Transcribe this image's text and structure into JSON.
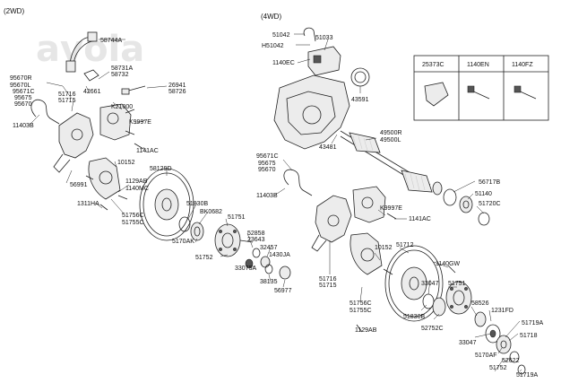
{
  "sections": {
    "left": "(2WD)",
    "right": "(4WD)"
  },
  "watermark": "avola",
  "legend_table": {
    "headers": [
      "25373C",
      "1140EN",
      "1140FZ"
    ]
  },
  "labels": {
    "p58744A": "58744A",
    "p95670R": "95670R",
    "p95670L": "95670L",
    "p95671C_l": "95671C",
    "p95675_l": "95675",
    "p95670_l": "95670",
    "p58731A": "58731A",
    "p58732": "58732",
    "p42661": "42661",
    "p26941": "26941",
    "p58726": "58726",
    "p51716_l": "51716",
    "p51715_l": "51715",
    "pK21000": "K21000",
    "p11403B_l": "11403B",
    "pK9997E_l": "K9997E",
    "p1141AC_l": "1141AC",
    "p10152_l": "10152",
    "p58129D": "58129D",
    "p1129AB_l": "1129AB",
    "p1140MC": "1140MC",
    "p56991": "56991",
    "p1311HA": "1311HA",
    "p51756C_l": "51756C",
    "p51755C_l": "51755C",
    "p51830B_l": "51830B",
    "pBK0682": "BK0682",
    "p51751_l": "51751",
    "p52858": "52858",
    "p23643": "23643",
    "p32457": "32457",
    "p51770AK": "5170AK",
    "p1430JA": "1430JA",
    "p51752_l": "51752",
    "p33075A": "33075A",
    "p38135": "38135",
    "p56977": "56977",
    "p51042": "51042",
    "p51033": "51033",
    "pH51042": "H51042",
    "p1140EC": "1140EC",
    "p43591": "43591",
    "p43481": "43481",
    "p49500R": "49500R",
    "p49500L": "49500L",
    "p95671C_r": "95671C",
    "p95675_r": "95675",
    "p95670_r": "95670",
    "p11403B_r": "11403B",
    "pK9997E_r": "K9997E",
    "p1141AC_r": "1141AC",
    "p56717B": "56717B",
    "p51140": "51140",
    "p51720C": "51720C",
    "p10152_r": "10152",
    "p51712": "51712",
    "p1140GW": "1140GW",
    "p33047_a": "33047",
    "p51751_r": "51751",
    "p51716_r": "51716",
    "p51715_r": "51715",
    "p51756C_r": "51756C",
    "p51755C_r": "51755C",
    "p51830B_r": "51830B",
    "p52752C": "52752C",
    "p1129AB_r": "1129AB",
    "p58526": "58526",
    "p1231FD": "1231FD",
    "p51719A_a": "51719A",
    "p33047_b": "33047",
    "p51718": "51718",
    "p5170AF": "5170AF",
    "p52622": "52622",
    "p51752_r": "51752",
    "p51719A_b": "51719A"
  }
}
